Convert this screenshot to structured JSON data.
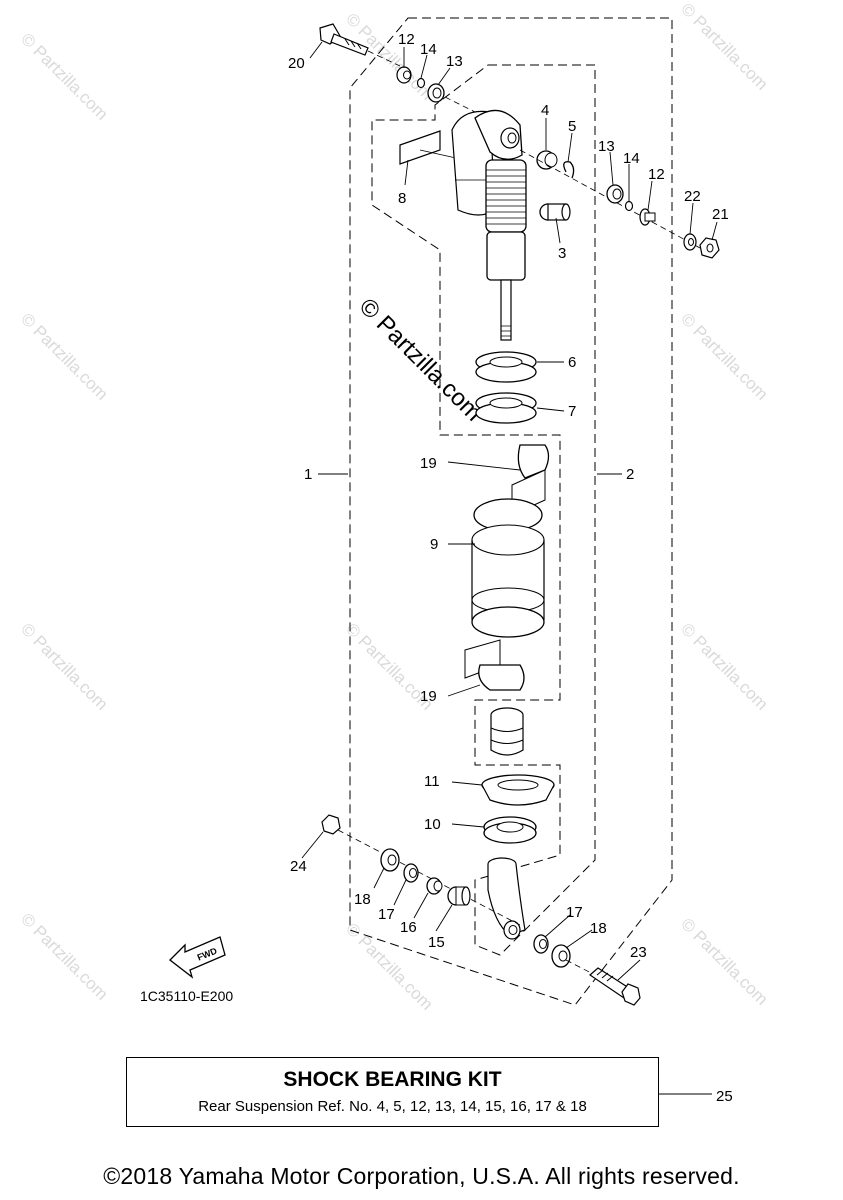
{
  "watermark": {
    "small_text": "© Partzilla.com",
    "center_text": "© Partzilla.com"
  },
  "callouts": [
    {
      "id": "c20",
      "text": "20"
    },
    {
      "id": "c12a",
      "text": "12"
    },
    {
      "id": "c14a",
      "text": "14"
    },
    {
      "id": "c13a",
      "text": "13"
    },
    {
      "id": "c4",
      "text": "4"
    },
    {
      "id": "c5",
      "text": "5"
    },
    {
      "id": "c13b",
      "text": "13"
    },
    {
      "id": "c14b",
      "text": "14"
    },
    {
      "id": "c12b",
      "text": "12"
    },
    {
      "id": "c22",
      "text": "22"
    },
    {
      "id": "c21",
      "text": "21"
    },
    {
      "id": "c8",
      "text": "8"
    },
    {
      "id": "c3",
      "text": "3"
    },
    {
      "id": "c6",
      "text": "6"
    },
    {
      "id": "c7",
      "text": "7"
    },
    {
      "id": "c1",
      "text": "1"
    },
    {
      "id": "c2",
      "text": "2"
    },
    {
      "id": "c19a",
      "text": "19"
    },
    {
      "id": "c9",
      "text": "9"
    },
    {
      "id": "c19b",
      "text": "19"
    },
    {
      "id": "c11",
      "text": "11"
    },
    {
      "id": "c10",
      "text": "10"
    },
    {
      "id": "c24",
      "text": "24"
    },
    {
      "id": "c18a",
      "text": "18"
    },
    {
      "id": "c17a",
      "text": "17"
    },
    {
      "id": "c16",
      "text": "16"
    },
    {
      "id": "c15",
      "text": "15"
    },
    {
      "id": "c17b",
      "text": "17"
    },
    {
      "id": "c18b",
      "text": "18"
    },
    {
      "id": "c23",
      "text": "23"
    }
  ],
  "fwd_label": "FWD",
  "part_code": "1C35110-E200",
  "kit": {
    "title": "SHOCK BEARING KIT",
    "subtitle": "Rear Suspension Ref. No. 4, 5, 12, 13, 14, 15, 16, 17 & 18",
    "ref_number": "25"
  },
  "copyright": "©2018 Yamaha Motor Corporation, U.S.A. All rights reserved."
}
